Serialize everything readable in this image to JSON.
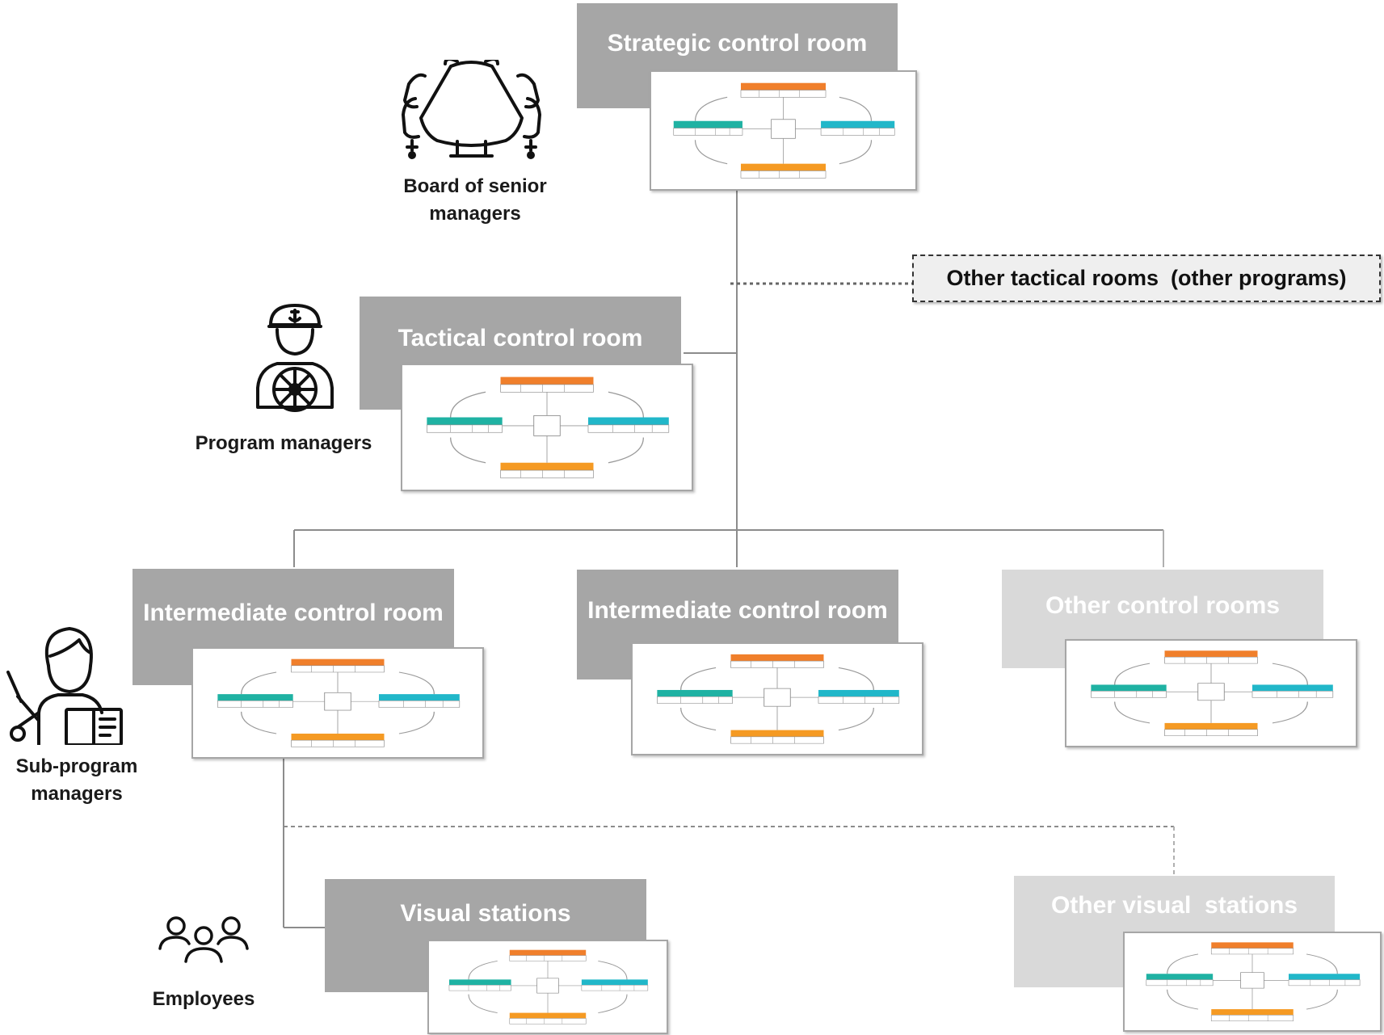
{
  "rooms": {
    "strategic": "Strategic control room",
    "tactical": "Tactical control room",
    "intermediate_1": "Intermediate control room",
    "intermediate_2": "Intermediate control room",
    "other_control": "Other control rooms",
    "visual": "Visual stations",
    "other_visual": "Other visual  stations"
  },
  "callout": "Other tactical rooms  (other programs)",
  "roles": {
    "board": [
      "Board of senior",
      "managers"
    ],
    "program": "Program managers",
    "subprogram": [
      "Sub-program",
      "managers"
    ],
    "employees": "Employees"
  },
  "icons": {
    "board": "conference-table-icon",
    "program": "captain-icon",
    "subprogram": "teacher-icon",
    "employees": "group-icon"
  },
  "colors": {
    "header_dark": "#a6a6a6",
    "header_light": "#d9d9d9",
    "customer": "#f07f2b",
    "internal": "#21b7c9",
    "knowledge": "#1fb2a3",
    "workforce": "#f59a23"
  }
}
